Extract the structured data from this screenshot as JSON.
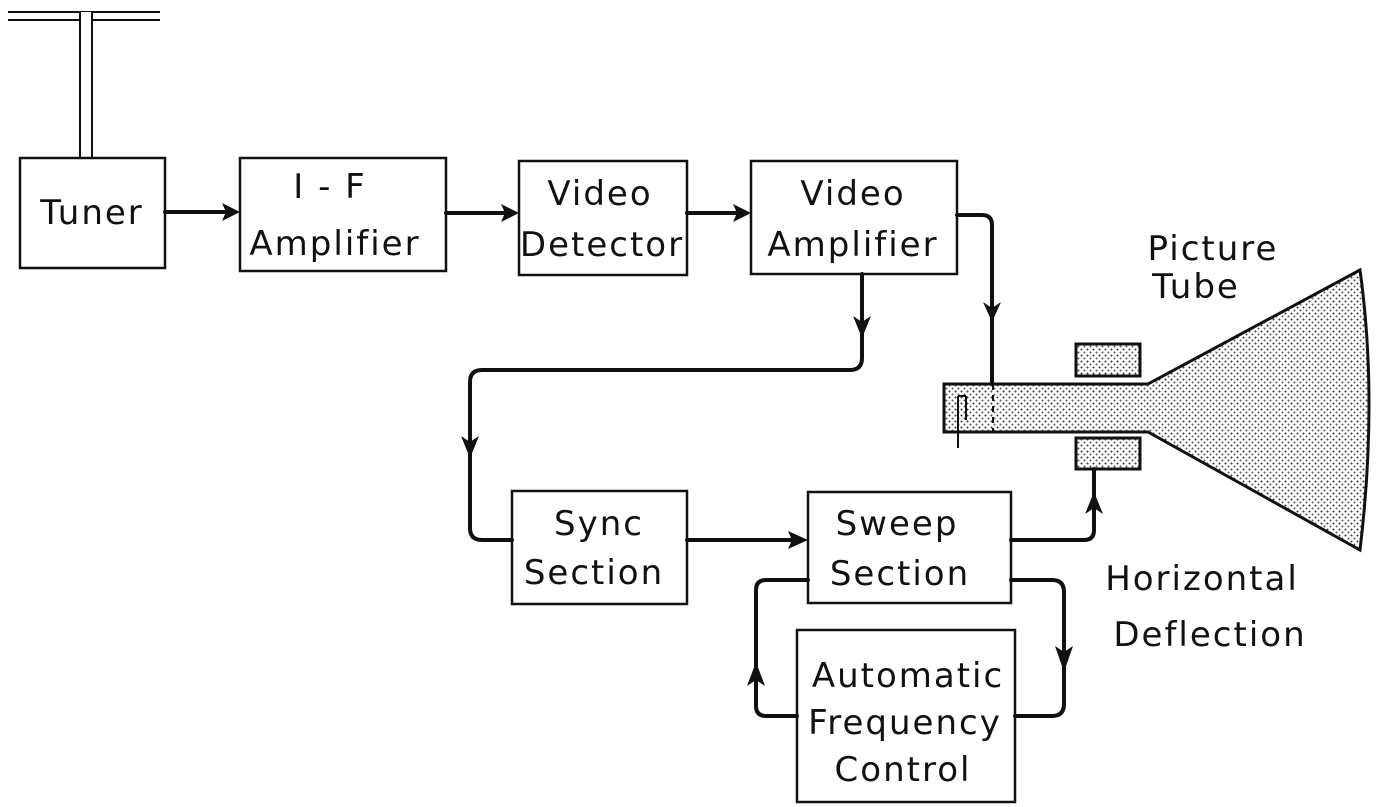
{
  "blocks": {
    "tuner": [
      "Tuner"
    ],
    "if_amplifier": [
      "I - F",
      "Amplifier"
    ],
    "video_detector": [
      "Video",
      "Detector"
    ],
    "video_amplifier": [
      "Video",
      "Amplifier"
    ],
    "sync_section": [
      "Sync",
      "Section"
    ],
    "sweep_section": [
      "Sweep",
      "Section"
    ],
    "afc": [
      "Automatic",
      "Frequency",
      "Control"
    ]
  },
  "labels": {
    "picture_tube": [
      "Picture",
      "Tube"
    ],
    "horizontal_deflection": [
      "Horizontal",
      "Deflection"
    ]
  }
}
